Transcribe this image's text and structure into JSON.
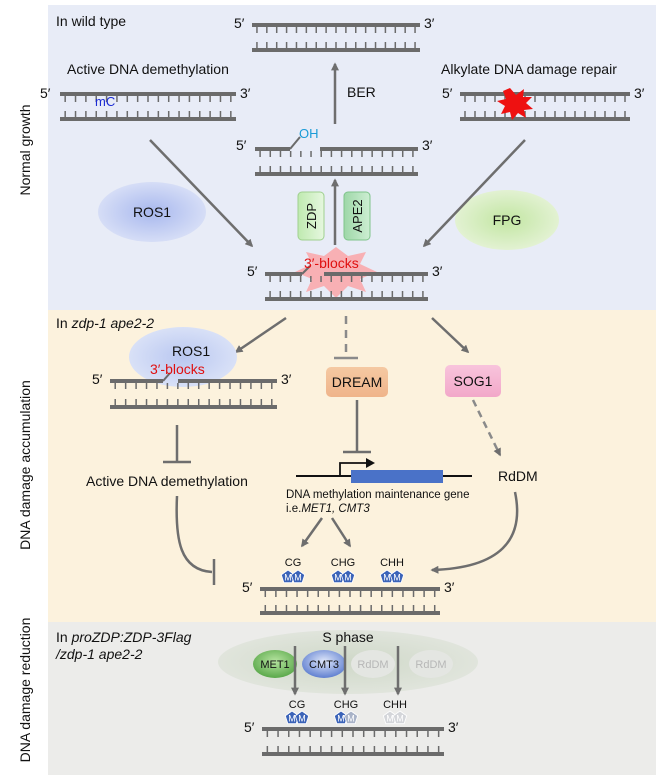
{
  "panels": {
    "wild_type": {
      "side_label": "Normal growth",
      "title": "In wild type",
      "end5": "5′",
      "end3": "3′",
      "left_process": "Active DNA demethylation",
      "right_process": "Alkylate DNA damage repair",
      "mc_label": "mC",
      "ber_label": "BER",
      "oh_label": "OH",
      "enzyme_left": "ROS1",
      "enzyme_right": "FPG",
      "pill_zdp": "ZDP",
      "pill_ape2": "APE2",
      "blocks_label": "3′-blocks"
    },
    "mutant": {
      "side_label": "DNA damage accumulation",
      "title_italic": "In zdp-1 ape2-2",
      "ros1_label": "ROS1",
      "blocks_label": "3′-blocks",
      "dream_label": "DREAM",
      "sog1_label": "SOG1",
      "demethylation_label": "Active DNA demethylation",
      "gene_label": "DNA methylation maintenance gene",
      "gene_examples_prefix": "i.e.",
      "gene_examples_italic": "MET1, CMT3",
      "rddm_label": "RdDM",
      "contexts": [
        "CG",
        "CHG",
        "CHH"
      ],
      "methyl_mark": "M"
    },
    "complemented": {
      "side_label": "DNA damage reduction",
      "title_line1": "In proZDP:ZDP-3Flag",
      "title_line2": "/zdp-1 ape2-2",
      "s_phase_label": "S phase",
      "enzymes": [
        "MET1",
        "CMT3",
        "RdDM",
        "RdDM"
      ],
      "contexts": [
        "CG",
        "CHG",
        "CHH"
      ]
    }
  },
  "colors": {
    "panel1_bg": "#e8ecf7",
    "panel2_bg": "#fcf2dd",
    "panel3_bg": "#ececea",
    "dna_strand": "#6b6b6b",
    "blocks_red": "#e01010",
    "oh_blue": "#1a9bd7",
    "mc_blue": "#1b2bd4",
    "methyl_blue": "#3b63b8"
  }
}
